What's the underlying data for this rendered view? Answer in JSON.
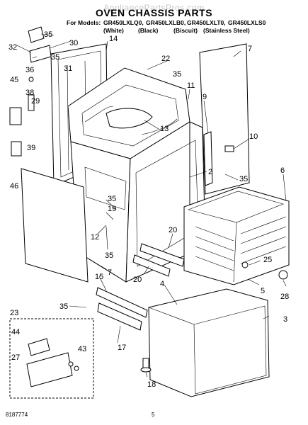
{
  "header": {
    "watermark": "AppliancePartsPros.com",
    "title": "OVEN CHASSIS PARTS",
    "models_prefix": "For Models:",
    "models": [
      {
        "model": "GR450LXLQ0,",
        "color": "(White)"
      },
      {
        "model": "GR450LXLB0,",
        "color": "(Black)"
      },
      {
        "model": "GR450LXLT0,",
        "color": "(Biscuit)"
      },
      {
        "model": "GR450LXLS0",
        "color": "(Stainless Steel)"
      }
    ]
  },
  "callouts": [
    "35",
    "30",
    "14",
    "32",
    "35",
    "31",
    "36",
    "45",
    "38",
    "29",
    "39",
    "46",
    "22",
    "35",
    "7",
    "11",
    "9",
    "10",
    "13",
    "35",
    "6",
    "2",
    "35",
    "19",
    "12",
    "35",
    "15",
    "20",
    "20",
    "7",
    "25",
    "5",
    "28",
    "4",
    "3",
    "23",
    "35",
    "44",
    "27",
    "43",
    "17",
    "18"
  ],
  "footer": {
    "doc_number": "8187774",
    "page_number": "5"
  }
}
